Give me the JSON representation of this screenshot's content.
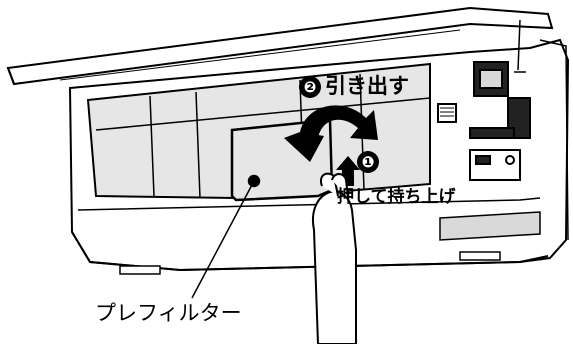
{
  "labels": {
    "step2_number": "❷",
    "step2_text": "引き出す",
    "step1_number": "❶",
    "step1_text": "押して持ち上げ",
    "filter_name": "プレフィルター"
  },
  "colors": {
    "line": "#000000",
    "filter_fill": "#e6e6e6",
    "unit_fill": "#ffffff",
    "dark_part": "#222222",
    "highlight": "#d9d9d9"
  }
}
